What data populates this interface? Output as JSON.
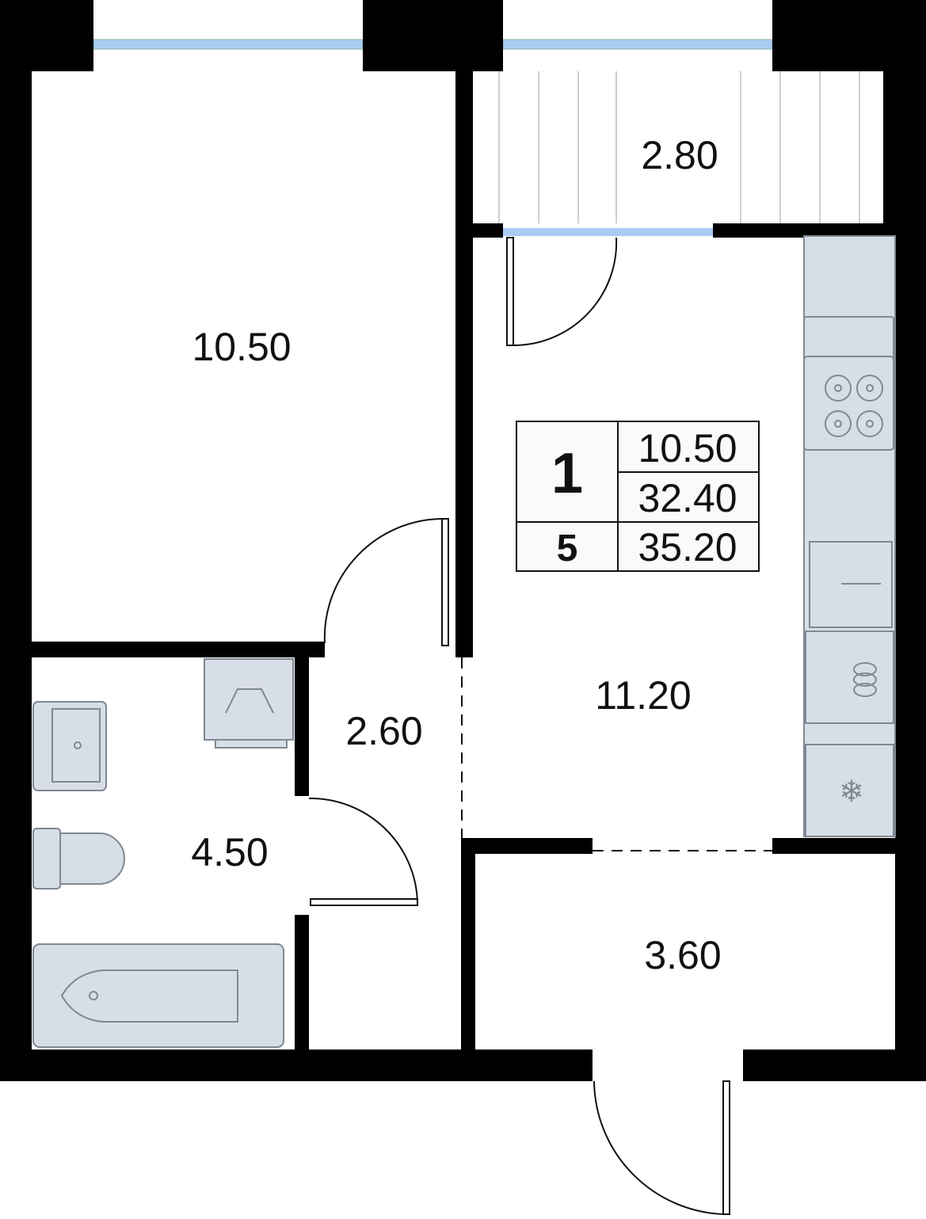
{
  "rooms": {
    "bedroom": "10.50",
    "balcony": "2.80",
    "kitchen_living": "11.20",
    "corridor": "2.60",
    "bathroom": "4.50",
    "hall": "3.60"
  },
  "info_box": {
    "rooms_count": "1",
    "living_area": "10.50",
    "total_area": "32.40",
    "floor": "5",
    "total_with_balcony": "35.20"
  },
  "colors": {
    "wall": "#000000",
    "fixture": "#d8dee6",
    "window": "#a9cdf2"
  }
}
